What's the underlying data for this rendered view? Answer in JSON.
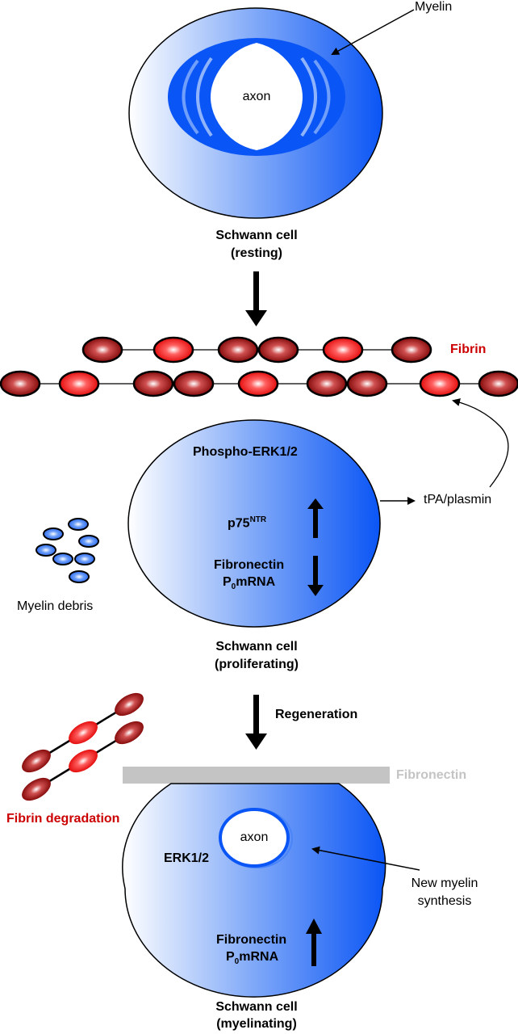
{
  "title": "Schwann cell response to nerve injury: fibrin, ERK1/2 and myelination",
  "colors": {
    "cell_gradient_start": "#ffffff",
    "cell_gradient_end": "#0a55f5",
    "myelin": "#0a55f5",
    "fibrin_dark": "#8b0000",
    "fibrin_light": "#ff3030",
    "label_red": "#cc0000",
    "fibronectin_bar": "#c4c4c4"
  },
  "panels": {
    "resting": {
      "axon_label": "axon",
      "myelin_label": "Myelin",
      "caption_line1": "Schwann cell",
      "caption_line2": "(resting)"
    },
    "fibrin": {
      "label": "Fibrin"
    },
    "proliferating": {
      "signal_label": "Phospho-ERK1/2",
      "p75_base": "p75",
      "p75_sup": "NTR",
      "p75_direction": "up",
      "down_line1": "Fibronectin",
      "down_line2_pre": "P",
      "down_line2_sub": "0",
      "down_line2_post": "mRNA",
      "down_direction": "down",
      "output_label": "tPA/plasmin",
      "debris_label": "Myelin debris",
      "caption_line1": "Schwann cell",
      "caption_line2": "(proliferating)"
    },
    "transition": {
      "label": "Regeneration"
    },
    "degradation": {
      "label": "Fibrin degradation"
    },
    "fibronectin_bar": {
      "label": "Fibronectin"
    },
    "myelinating": {
      "axon_label": "axon",
      "signal_label": "ERK1/2",
      "new_myelin_line1": "New myelin",
      "new_myelin_line2": "synthesis",
      "up_line1": "Fibronectin",
      "up_line2_pre": "P",
      "up_line2_sub": "0",
      "up_line2_post": "mRNA",
      "up_direction": "up",
      "caption_line1": "Schwann cell",
      "caption_line2": "(myelinating)"
    }
  }
}
